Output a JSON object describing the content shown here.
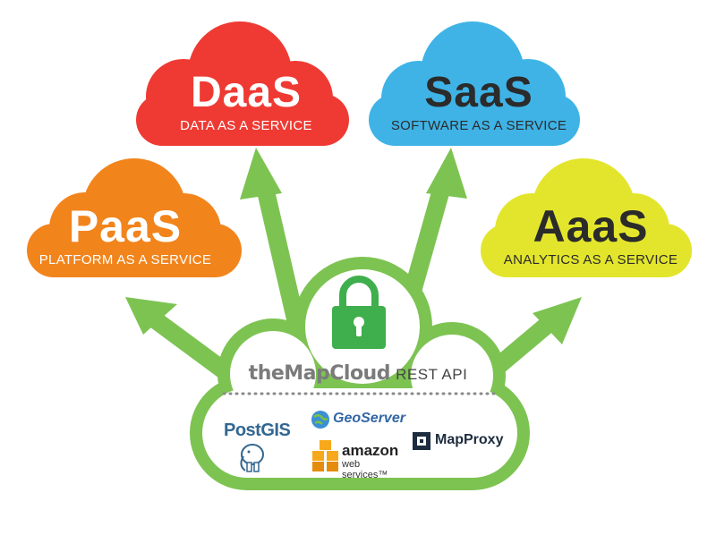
{
  "colors": {
    "arrow": "#7dc352",
    "central_cloud_border": "#7dc352",
    "paas": "#f2841c",
    "daas": "#ee3a33",
    "saas": "#3fb3e6",
    "aaas": "#e3e52c",
    "lock": "#3fae4c"
  },
  "clouds": {
    "paas": {
      "title": "PaaS",
      "subtitle": "PLATFORM AS A SERVICE"
    },
    "daas": {
      "title": "DaaS",
      "subtitle": "DATA AS A SERVICE"
    },
    "saas": {
      "title": "SaaS",
      "subtitle": "SOFTWARE AS A SERVICE"
    },
    "aaas": {
      "title": "AaaS",
      "subtitle": "ANALYTICS AS A SERVICE"
    }
  },
  "api": {
    "brand": "theMapCloud",
    "label": "REST API",
    "icon": "lock-icon"
  },
  "logos": {
    "postgis": "PostGIS",
    "geoserver": "GeoServer",
    "amazon": "amazon",
    "amazon_sub": "web services™",
    "mapproxy": "MapProxy"
  }
}
